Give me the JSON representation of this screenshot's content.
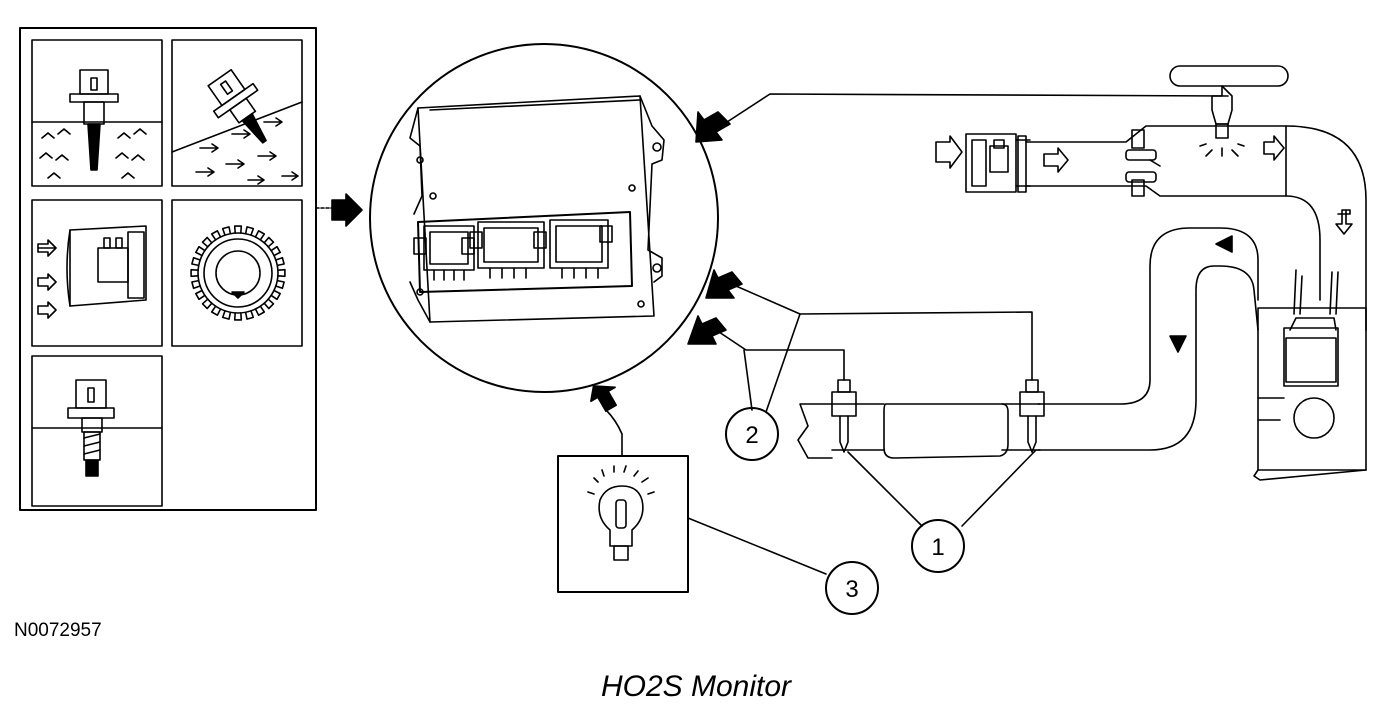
{
  "figure": {
    "reference_code": "N0072957",
    "caption": "HO2S Monitor"
  },
  "callouts": [
    {
      "id": "callout-1",
      "label": "1"
    },
    {
      "id": "callout-2",
      "label": "2"
    },
    {
      "id": "callout-3",
      "label": "3"
    }
  ],
  "colors": {
    "ink": "#000000",
    "background": "#ffffff"
  }
}
